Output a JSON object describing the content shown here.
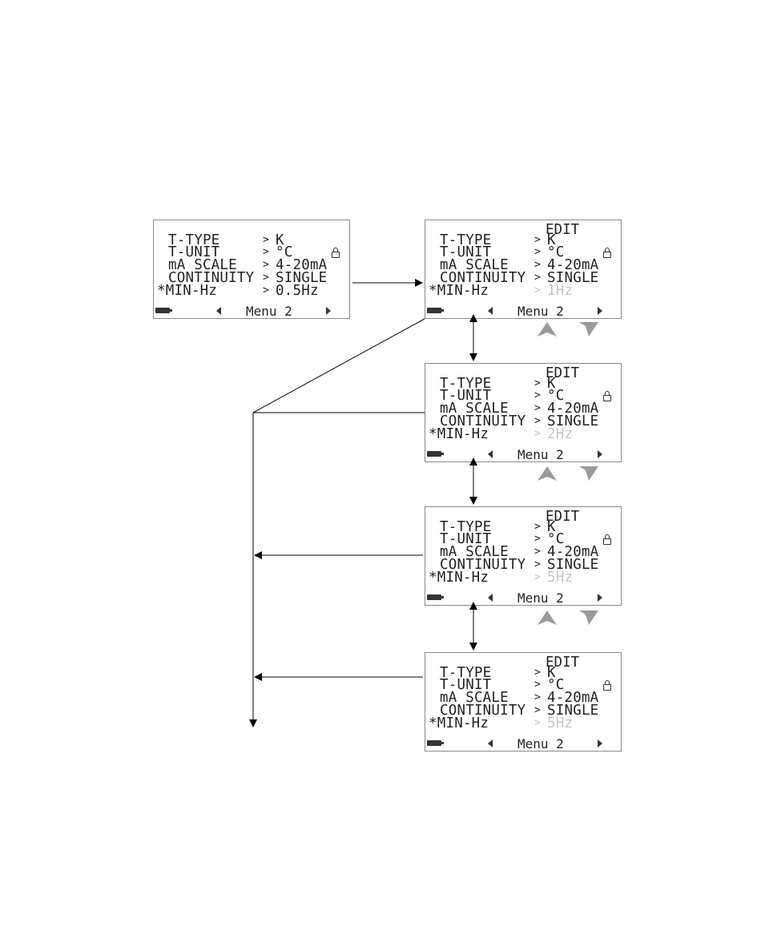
{
  "labels": {
    "t_type": "T-TYPE",
    "t_unit": "T-UNIT",
    "ma_scale": "mA SCALE",
    "continuity": "CONTINUITY",
    "min_hz": "*MIN-Hz"
  },
  "values": {
    "t_type": "K",
    "t_unit": "°C",
    "ma_scale": "4-20mA",
    "continuity": "SINGLE"
  },
  "separator": ">",
  "edit_label": "EDIT",
  "menu_label": "Menu 2",
  "screens": [
    {
      "min_hz": "0.5Hz",
      "edit": false
    },
    {
      "min_hz": "1Hz",
      "edit": true
    },
    {
      "min_hz": "2Hz",
      "edit": true
    },
    {
      "min_hz": "5Hz",
      "edit": true
    },
    {
      "min_hz": "5Hz",
      "edit": true
    }
  ],
  "colors": {
    "line": "#000000",
    "border": "#8a8a8a",
    "dim_text": "#c4c4c4",
    "key_arrow": "#9a9a9a"
  },
  "icons": [
    "battery-icon",
    "lock-icon",
    "nav-left-icon",
    "nav-right-icon",
    "up-key-icon",
    "down-key-icon"
  ]
}
